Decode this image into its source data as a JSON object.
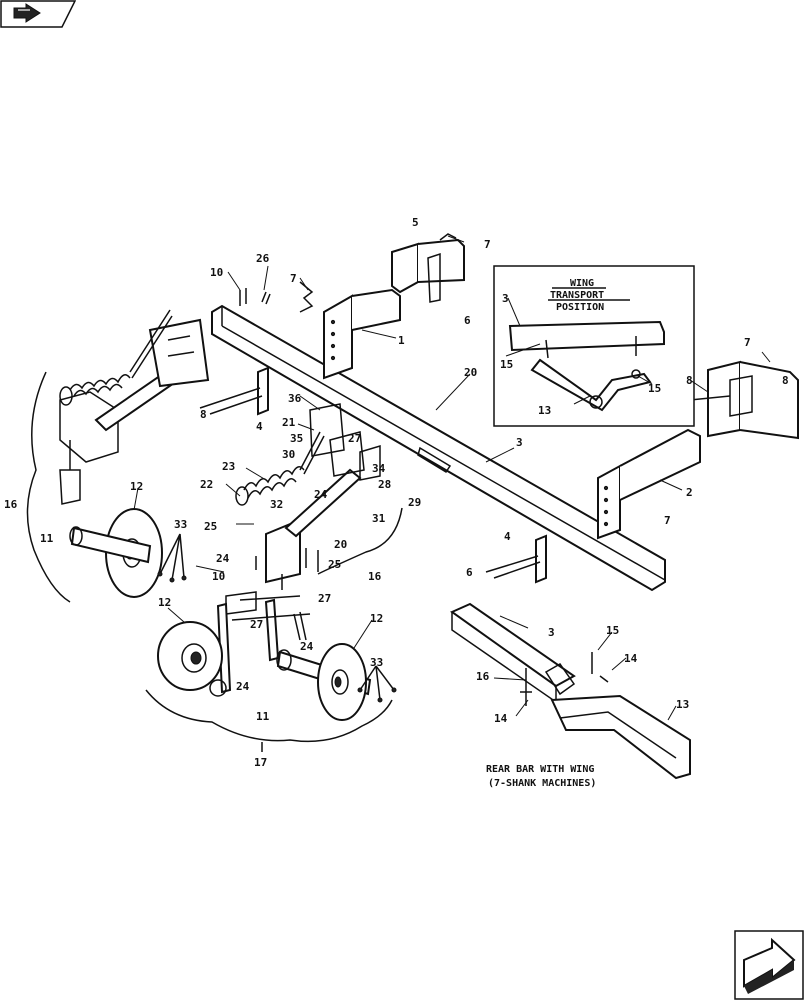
{
  "inset": {
    "title_line1": "WING",
    "title_line2": "TRANSPORT",
    "title_line3": "POSITION"
  },
  "captions": {
    "rear_bar_line1": "REAR BAR WITH WING",
    "rear_bar_line2": "(7-SHANK MACHINES)"
  },
  "callouts": {
    "c1": "1",
    "c2": "2",
    "c3_main": "3",
    "c3_inset": "3",
    "c3_rear": "3",
    "c4a": "4",
    "c4b": "4",
    "c5": "5",
    "c6a": "6",
    "c6b": "6",
    "c7a": "7",
    "c7b": "7",
    "c7c": "7",
    "c7d": "7",
    "c8a": "8",
    "c8b": "8",
    "c8c": "8",
    "c10a": "10",
    "c10b": "10",
    "c11a": "11",
    "c11b": "11",
    "c12a": "12",
    "c12b": "12",
    "c12c": "12",
    "c13a": "13",
    "c13b": "13",
    "c14a": "14",
    "c14b": "14",
    "c15a": "15",
    "c15b": "15",
    "c15c": "15",
    "c16a": "16",
    "c16b": "16",
    "c16c": "16",
    "c17": "17",
    "c20a": "20",
    "c20b": "20",
    "c21": "21",
    "c22": "22",
    "c23": "23",
    "c24a": "24",
    "c24b": "24",
    "c24c": "24",
    "c24d": "24",
    "c25a": "25",
    "c25b": "25",
    "c26": "26",
    "c27a": "27",
    "c27b": "27",
    "c27c": "27",
    "c28": "28",
    "c29": "29",
    "c30": "30",
    "c31": "31",
    "c32": "32",
    "c33a": "33",
    "c33b": "33",
    "c34": "34",
    "c35": "35",
    "c36": "36"
  },
  "icons": {
    "back": "back-arrow-icon",
    "next": "next-page-arrow-icon"
  }
}
